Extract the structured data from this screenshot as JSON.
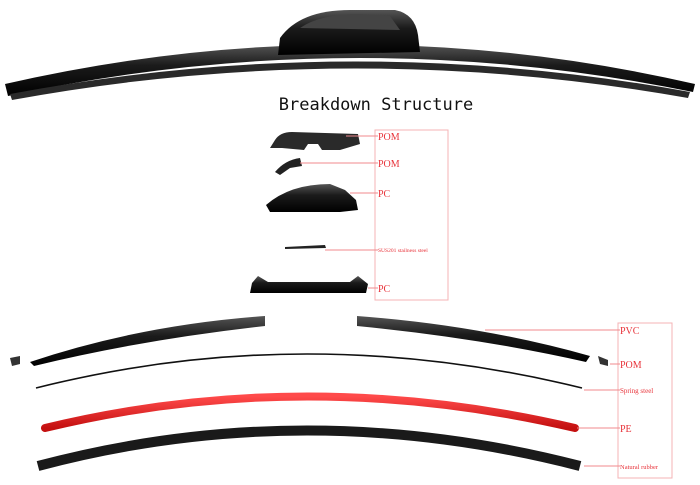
{
  "title": "Breakdown Structure",
  "colors": {
    "label": "#e8333a",
    "leader": "#f08a8e",
    "blade": "#1a1a1a",
    "pe": "#e02020"
  },
  "head_parts": [
    {
      "label": "POM"
    },
    {
      "label": "POM"
    },
    {
      "label": "PC"
    },
    {
      "label": "SUS201 stailness steel"
    },
    {
      "label": "PC"
    }
  ],
  "blade_parts": [
    {
      "label": "PVC"
    },
    {
      "label": "POM"
    },
    {
      "label": "Spring steel"
    },
    {
      "label": "PE"
    },
    {
      "label": "Natural rubber"
    }
  ]
}
